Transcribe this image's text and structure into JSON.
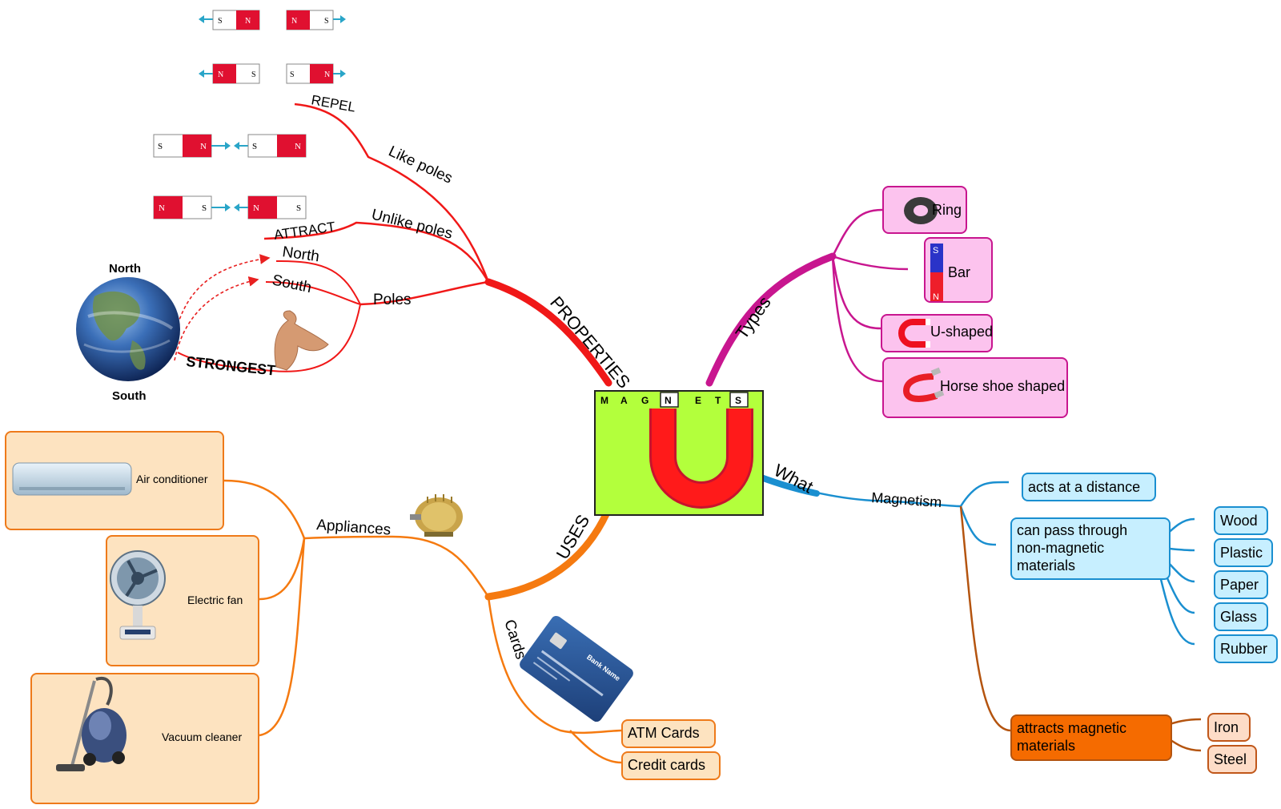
{
  "center": {
    "letters": [
      "M",
      "A",
      "G",
      "N",
      "E",
      "T",
      "S"
    ]
  },
  "properties": {
    "label": "PROPERTIES",
    "like_poles": "Like poles",
    "repel": "REPEL",
    "unlike_poles": "Unlike poles",
    "attract": "ATTRACT",
    "poles": "Poles",
    "north": "North",
    "south": "South",
    "strongest": "STRONGEST",
    "earth_north": "North",
    "earth_south": "South",
    "magnet_n": "N",
    "magnet_s": "S"
  },
  "types": {
    "label": "Types",
    "items": [
      "Ring",
      "Bar",
      "U-shaped",
      "Horse shoe shaped"
    ]
  },
  "what": {
    "label": "What",
    "magnetism": "Magnetism",
    "acts": "acts at a distance",
    "pass_through": [
      "can pass through",
      "non-magnetic",
      "materials"
    ],
    "nonmagnetic": [
      "Wood",
      "Plastic",
      "Paper",
      "Glass",
      "Rubber"
    ],
    "attracts": [
      "attracts magnetic",
      "materials"
    ],
    "magnetic": [
      "Iron",
      "Steel"
    ]
  },
  "uses": {
    "label": "USES",
    "appliances": "Appliances",
    "appliance_items": [
      "Air conditioner",
      "Electric fan",
      "Vacuum cleaner"
    ],
    "cards": "Cards",
    "card_items": [
      "ATM Cards",
      "Credit cards"
    ],
    "bank_name": "Bank Name"
  },
  "colors": {
    "properties": "#f01818",
    "types": "#c8168f",
    "what": "#1a8fd0",
    "uses": "#f57a10",
    "attracts_branch": "#b4540f",
    "center_bg": "#b3ff3c"
  }
}
